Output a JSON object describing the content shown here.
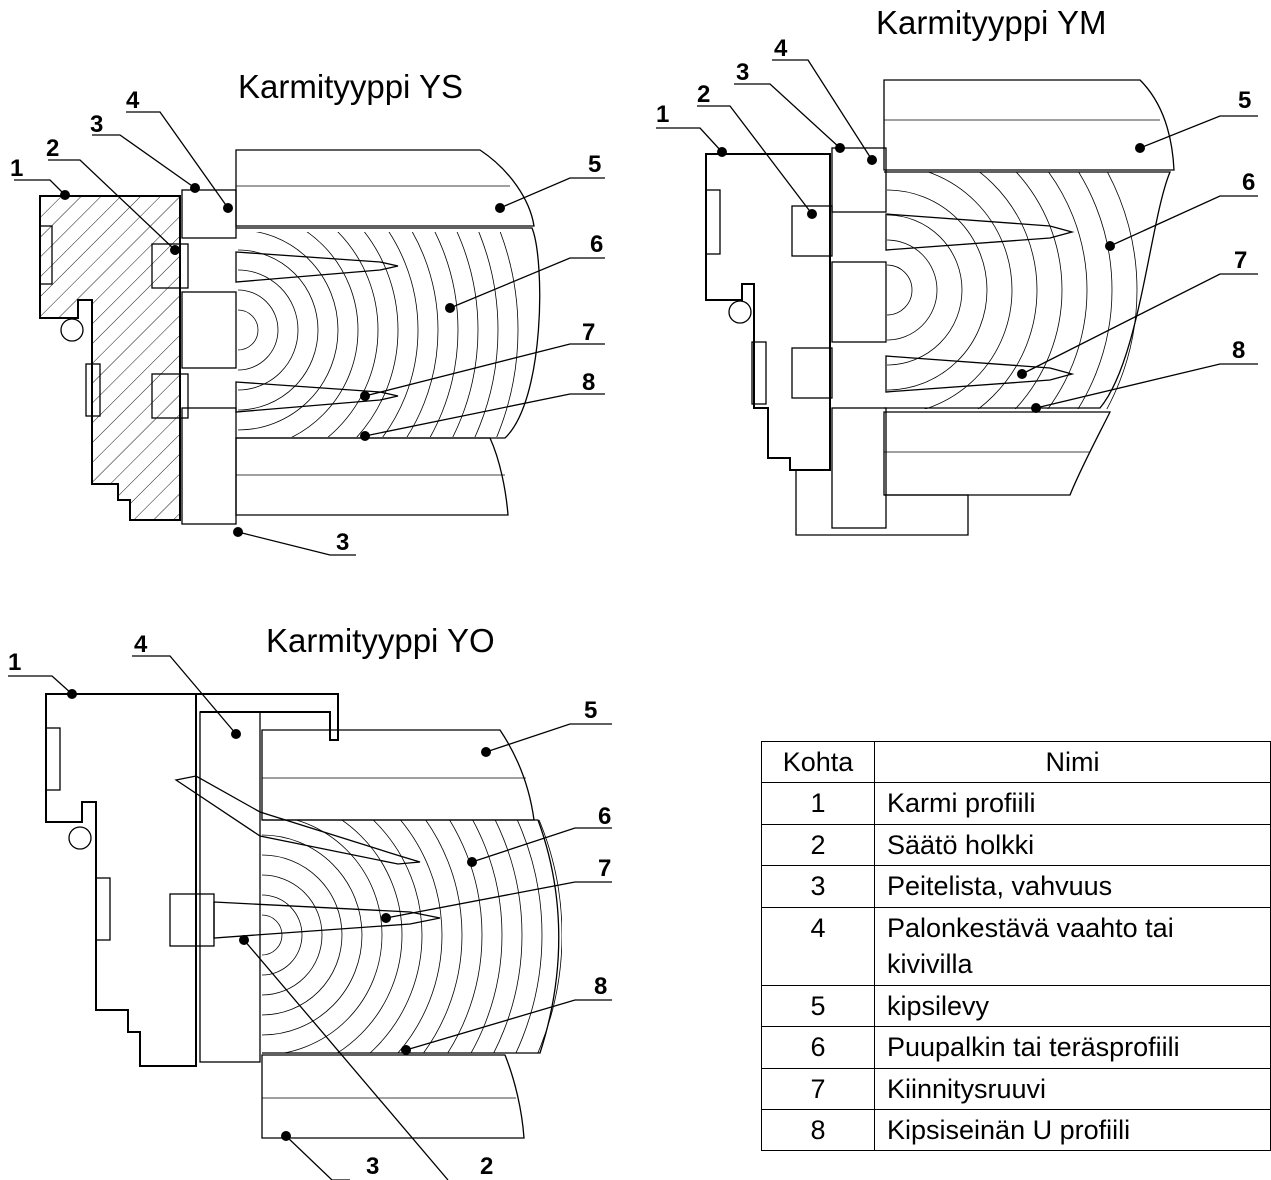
{
  "diagrams": [
    {
      "id": "ys",
      "title": "Karmityyppi YS",
      "callouts": [
        "1",
        "2",
        "3",
        "4",
        "5",
        "6",
        "7",
        "8",
        "3"
      ]
    },
    {
      "id": "ym",
      "title": "Karmityyppi YM",
      "callouts": [
        "1",
        "2",
        "3",
        "4",
        "5",
        "6",
        "7",
        "8"
      ]
    },
    {
      "id": "yo",
      "title": "Karmityyppi YO",
      "callouts": [
        "1",
        "4",
        "5",
        "6",
        "7",
        "8",
        "3",
        "2"
      ]
    }
  ],
  "table": {
    "headers": [
      "Kohta",
      "Nimi"
    ],
    "rows": [
      {
        "kohta": "1",
        "nimi": "Karmi profiili"
      },
      {
        "kohta": "2",
        "nimi": "Säätö holkki"
      },
      {
        "kohta": "3",
        "nimi": "Peitelista, vahvuus"
      },
      {
        "kohta": "4",
        "nimi": "Palonkestävä vaahto tai kivivilla"
      },
      {
        "kohta": "5",
        "nimi": "kipsilevy"
      },
      {
        "kohta": "6",
        "nimi": "Puupalkin tai teräsprofiili"
      },
      {
        "kohta": "7",
        "nimi": "Kiinnitysruuvi"
      },
      {
        "kohta": "8",
        "nimi": "Kipsiseinän U profiili"
      }
    ]
  }
}
